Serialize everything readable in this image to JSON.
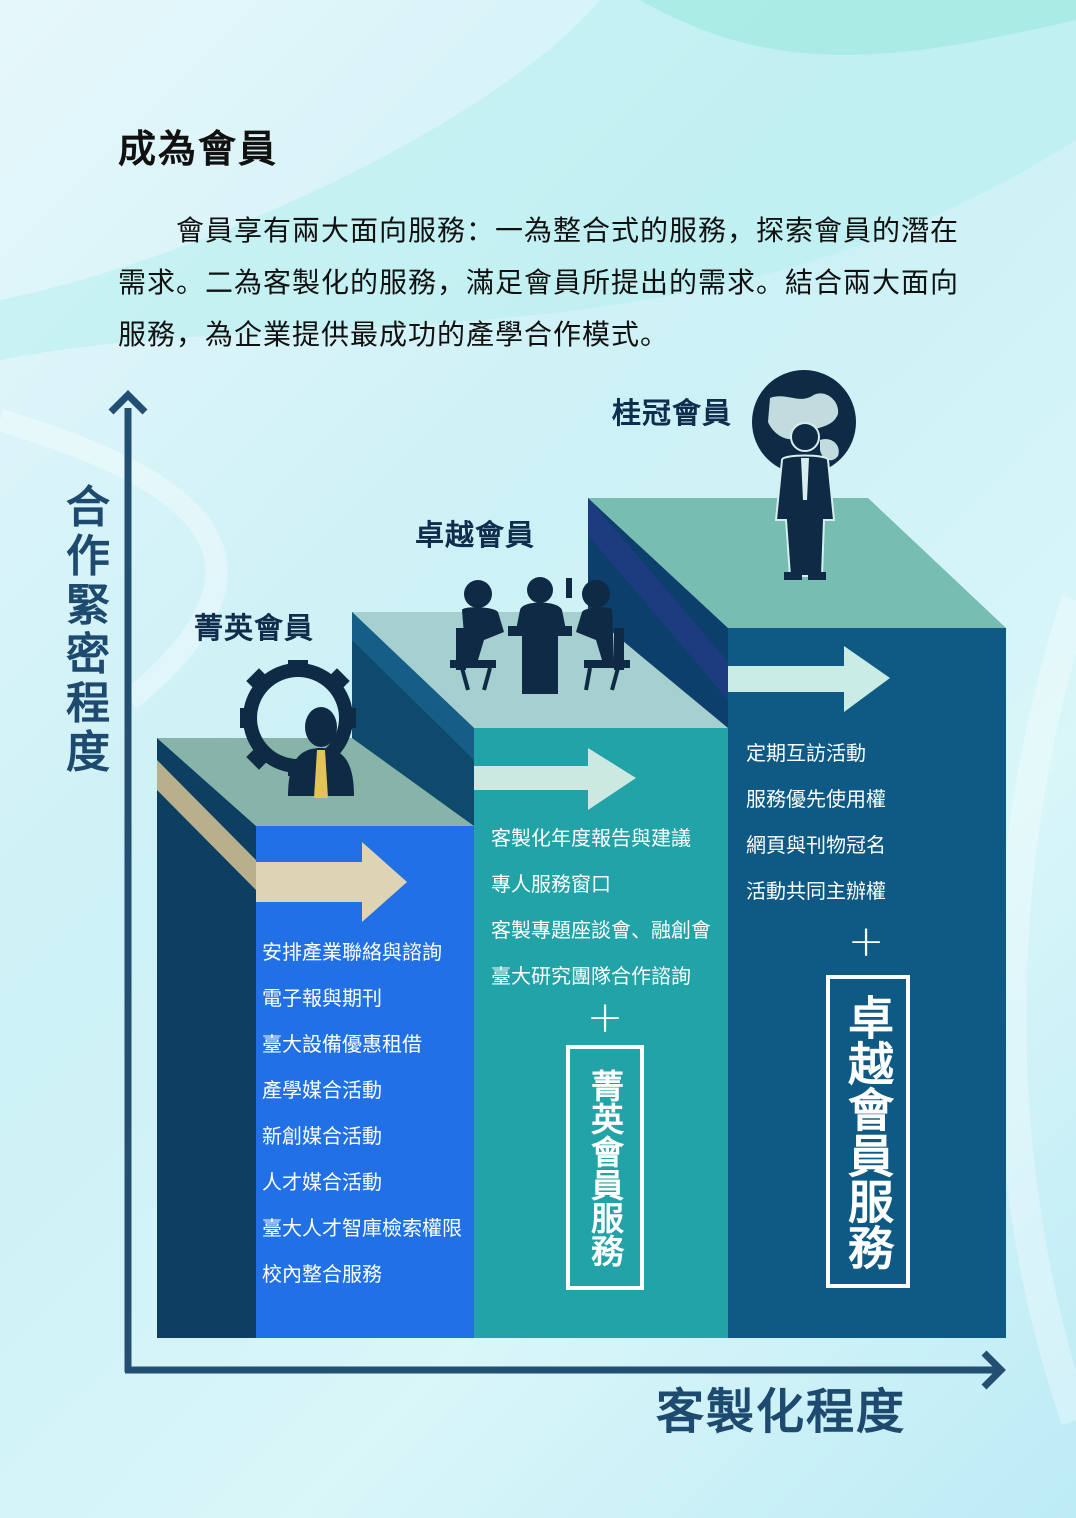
{
  "title": "成為會員",
  "intro": "會員享有兩大面向服務：一為整合式的服務，探索會員的潛在需求。二為客製化的服務，滿足會員所提出的需求。結合兩大面向服務，為企業提供最成功的產學合作模式。",
  "axes": {
    "y_label": "合作緊密程度",
    "x_label": "客製化程度"
  },
  "levels": [
    {
      "name": "菁英會員",
      "icon": "gear-businessman-icon",
      "color": "#2170e6",
      "services": [
        "安排產業聯絡與諮詢",
        "電子報與期刊",
        "臺大設備優惠租借",
        "產學媒合活動",
        "新創媒合活動",
        "人才媒合活動",
        "臺大人才智庫檢索權限",
        "校內整合服務"
      ]
    },
    {
      "name": "卓越會員",
      "icon": "meeting-table-icon",
      "color": "#22a3a8",
      "services": [
        "客製化年度報告與建議",
        "專人服務窗口",
        "客製專題座談會、融創會",
        "臺大研究團隊合作諮詢"
      ],
      "plus": "+",
      "includes": "菁英會員服務"
    },
    {
      "name": "桂冠會員",
      "icon": "globe-businessman-icon",
      "color": "#0e5a84",
      "services": [
        "定期互訪活動",
        "服務優先使用權",
        "網頁與刊物冠名",
        "活動共同主辦權"
      ],
      "plus": "+",
      "includes": "卓越會員服務"
    }
  ]
}
